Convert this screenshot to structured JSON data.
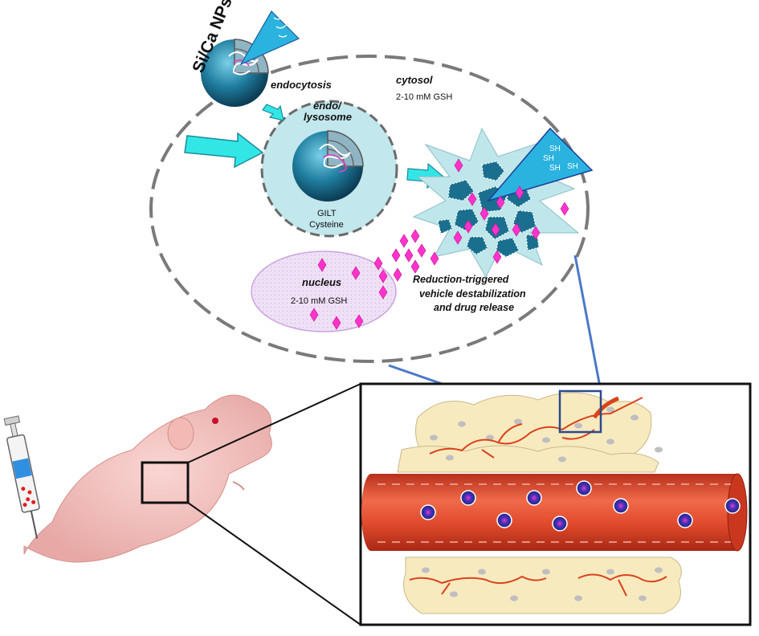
{
  "labels": {
    "nanoparticle": "Si/Ca NPs",
    "endocytosis": "endocytosis",
    "cytosol": "cytosol",
    "cytosol_gsh": "2-10 mM GSH",
    "endo_line1": "endo/",
    "endo_line2": "lysosome",
    "gilt": "GILT",
    "cysteine": "Cysteine",
    "nucleus": "nucleus",
    "nucleus_gsh": "2-10 mM GSH",
    "release_line1": "Reduction-triggered",
    "release_line2": "vehicle destabilization",
    "release_line3": "and drug release",
    "sh1": "SH",
    "sh2": "SH",
    "sh3": "SH",
    "sh4": "SH"
  },
  "colors": {
    "cell_border": "#6e6e6e",
    "arrow": "#33e6e6",
    "particle": "#1a6f8f",
    "drug": "#ff33cc",
    "lysosome_fill": "#bfe6ea",
    "nucleus_fill": "#e9d8f2",
    "vessel": "#e0452a",
    "tissue": "#f8eabf",
    "zoom_line": "#4a79c8"
  }
}
